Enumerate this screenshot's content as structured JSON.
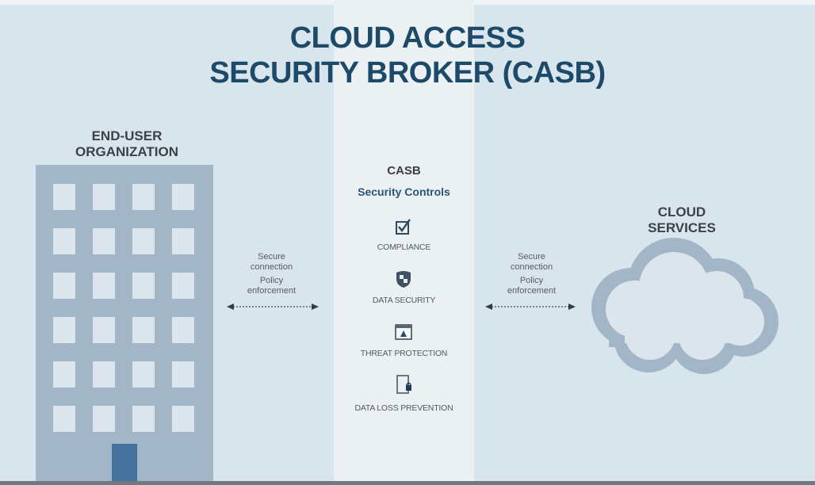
{
  "title": {
    "line1": "CLOUD ACCESS",
    "line2": "SECURITY BROKER (CASB)"
  },
  "end_user": {
    "line1": "END-USER",
    "line2": "ORGANIZATION"
  },
  "cloud_services": {
    "line1": "CLOUD",
    "line2": "SERVICES"
  },
  "links": {
    "left": {
      "line1": "Secure",
      "line2": "connection",
      "line3": "Policy",
      "line4": "enforcement"
    },
    "right": {
      "line1": "Secure",
      "line2": "connection",
      "line3": "Policy",
      "line4": "enforcement"
    }
  },
  "casb": {
    "title": "CASB",
    "subtitle": "Security Controls",
    "controls": [
      {
        "icon": "checkbox-icon",
        "label": "COMPLIANCE"
      },
      {
        "icon": "shield-icon",
        "label": "DATA SECURITY"
      },
      {
        "icon": "browser-alert-icon",
        "label": "THREAT PROTECTION"
      },
      {
        "icon": "document-lock-icon",
        "label": "DATA LOSS PREVENTION"
      }
    ]
  },
  "colors": {
    "background": "#d9e5ec",
    "center_band": "#ebf0f3",
    "title": "#1e4a6a",
    "building": "#a2b6c8",
    "door": "#45729c",
    "cloud_outline": "#a2b6c8",
    "cloud_fill": "#dde5ec"
  }
}
